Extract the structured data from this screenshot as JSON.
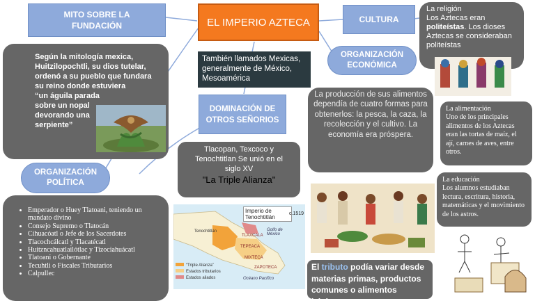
{
  "title": "EL IMPERIO AZTECA",
  "subtitle": "También llamados Mexicas, generalmente de México, Mesoamérica",
  "mito": {
    "heading": "MITO SOBRE LA FUNDACIÓN",
    "text": "Según la mitología mexica, Huitzilopochtli, su dios tutelar, ordenó a su pueblo que fundara su reino donde estuviera",
    "quote": "“un águila parada sobre un nopal devorando una serpiente”"
  },
  "cultura": {
    "heading": "CULTURA"
  },
  "religion": {
    "heading": "La religión",
    "text_before": "Los Aztecas eran ",
    "text_bold": "politeístas",
    "text_after": ". Los dioses Aztecas se consideraban politeístas"
  },
  "economica": {
    "heading": "ORGANIZACIÓN ECONÓMICA",
    "text": "La producción de sus alimentos dependía de cuatro formas para obtenerlos: la pesca, la caza, la recolección y el cultivo. La economía era próspera."
  },
  "alimentacion": {
    "heading": "La alimentación",
    "text": "Uno de los principales alimentos de los Aztecas eran las tortas de maíz, el ají, carnes de aves, entre otros."
  },
  "educacion": {
    "heading": "La educación",
    "text": "Los alumnos estudiaban lectura, escritura, historia, matemáticas y el movimiento de los astros."
  },
  "dominacion": {
    "heading": "DOMINACIÓN DE OTROS SEÑORIOS",
    "text": "Tlacopan, Texcoco y Tenochtitlan Se unió en el siglo XV",
    "alianza": "\"La Triple Alianza\""
  },
  "politica": {
    "heading": "ORGANIZACIÓN POLÍTICA",
    "items": [
      "Emperador o Huey Tlatoani, teniendo un mandato divino",
      "Consejo Supremo o Tlatocán",
      "Cihuacóatl o Jefe de los Sacerdotes",
      "Tlacochcálcatl y Tlacatécatl",
      "Huitzncahuatlailótlac y Tizociahuácatl",
      "Tlatoani o Gobernante",
      "Tecuhtli o Fiscales Tributarios",
      "Calpullec"
    ]
  },
  "map": {
    "title": "Imperio de Tenochtitlán",
    "year": "c.1519",
    "places": [
      "Tenochtitlán",
      "TLAXCALA",
      "TEPEACA",
      "MIXTECA",
      "ZAPOTECA"
    ],
    "gulf": "Golfo de México",
    "ocean": "Océano Pacífico",
    "legend": [
      "“Triple Alianza”",
      "Estados tributarios",
      "Estados aliados"
    ],
    "colors": [
      "#f2a33a",
      "#f6cf86",
      "#e08a8a"
    ]
  },
  "tributo": {
    "word1": "El ",
    "highlight": "tributo",
    "rest": " podía variar desde materias primas, productos comunes o alimentos básicos"
  }
}
